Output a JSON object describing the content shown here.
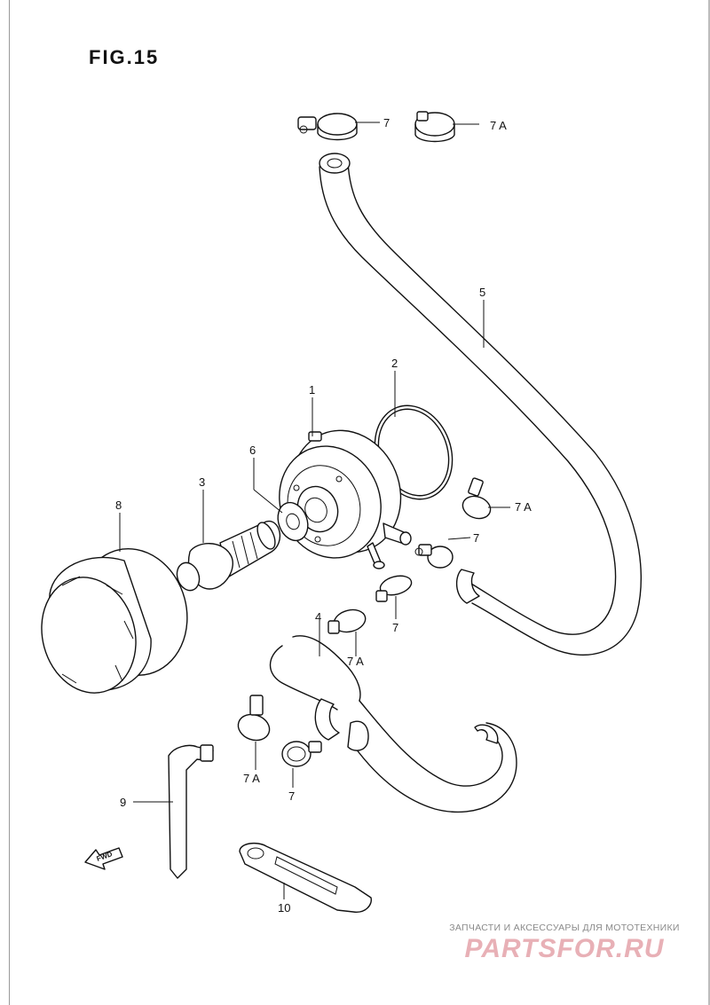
{
  "figure": {
    "title": "FIG.15"
  },
  "labels": {
    "p1": "1",
    "p2": "2",
    "p3": "3",
    "p4": "4",
    "p5": "5",
    "p6": "6",
    "p7_top": "7",
    "p7a_top": "7 A",
    "p7a_right": "7 A",
    "p7_right": "7",
    "p7_mid": "7",
    "p7a_mid": "7 A",
    "p7a_low": "7 A",
    "p7_low": "7",
    "p8": "8",
    "p9": "9",
    "p10": "10"
  },
  "fwd": {
    "label": "FWD"
  },
  "watermark": {
    "tagline": "ЗАПЧАСТИ И АКСЕССУАРЫ ДЛЯ МОТОТЕХНИКИ",
    "brand": "PARTSFOR.RU"
  },
  "colors": {
    "line": "#111111",
    "watermark_brand": "#e8b0b6",
    "watermark_text": "#8a8a8a"
  }
}
